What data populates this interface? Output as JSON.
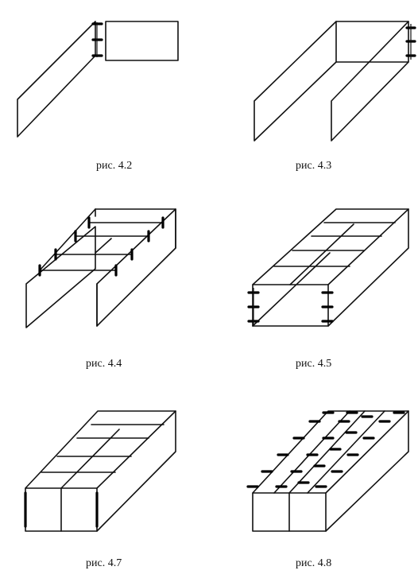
{
  "captions": {
    "fig_4_2": "рис. 4.2",
    "fig_4_3": "рис. 4.3",
    "fig_4_4": "рис. 4.4",
    "fig_4_5": "рис. 4.5",
    "fig_4_7": "рис. 4.7",
    "fig_4_8": "рис. 4.8"
  },
  "colors": {
    "ink": "#111111",
    "paper": "#ffffff"
  }
}
